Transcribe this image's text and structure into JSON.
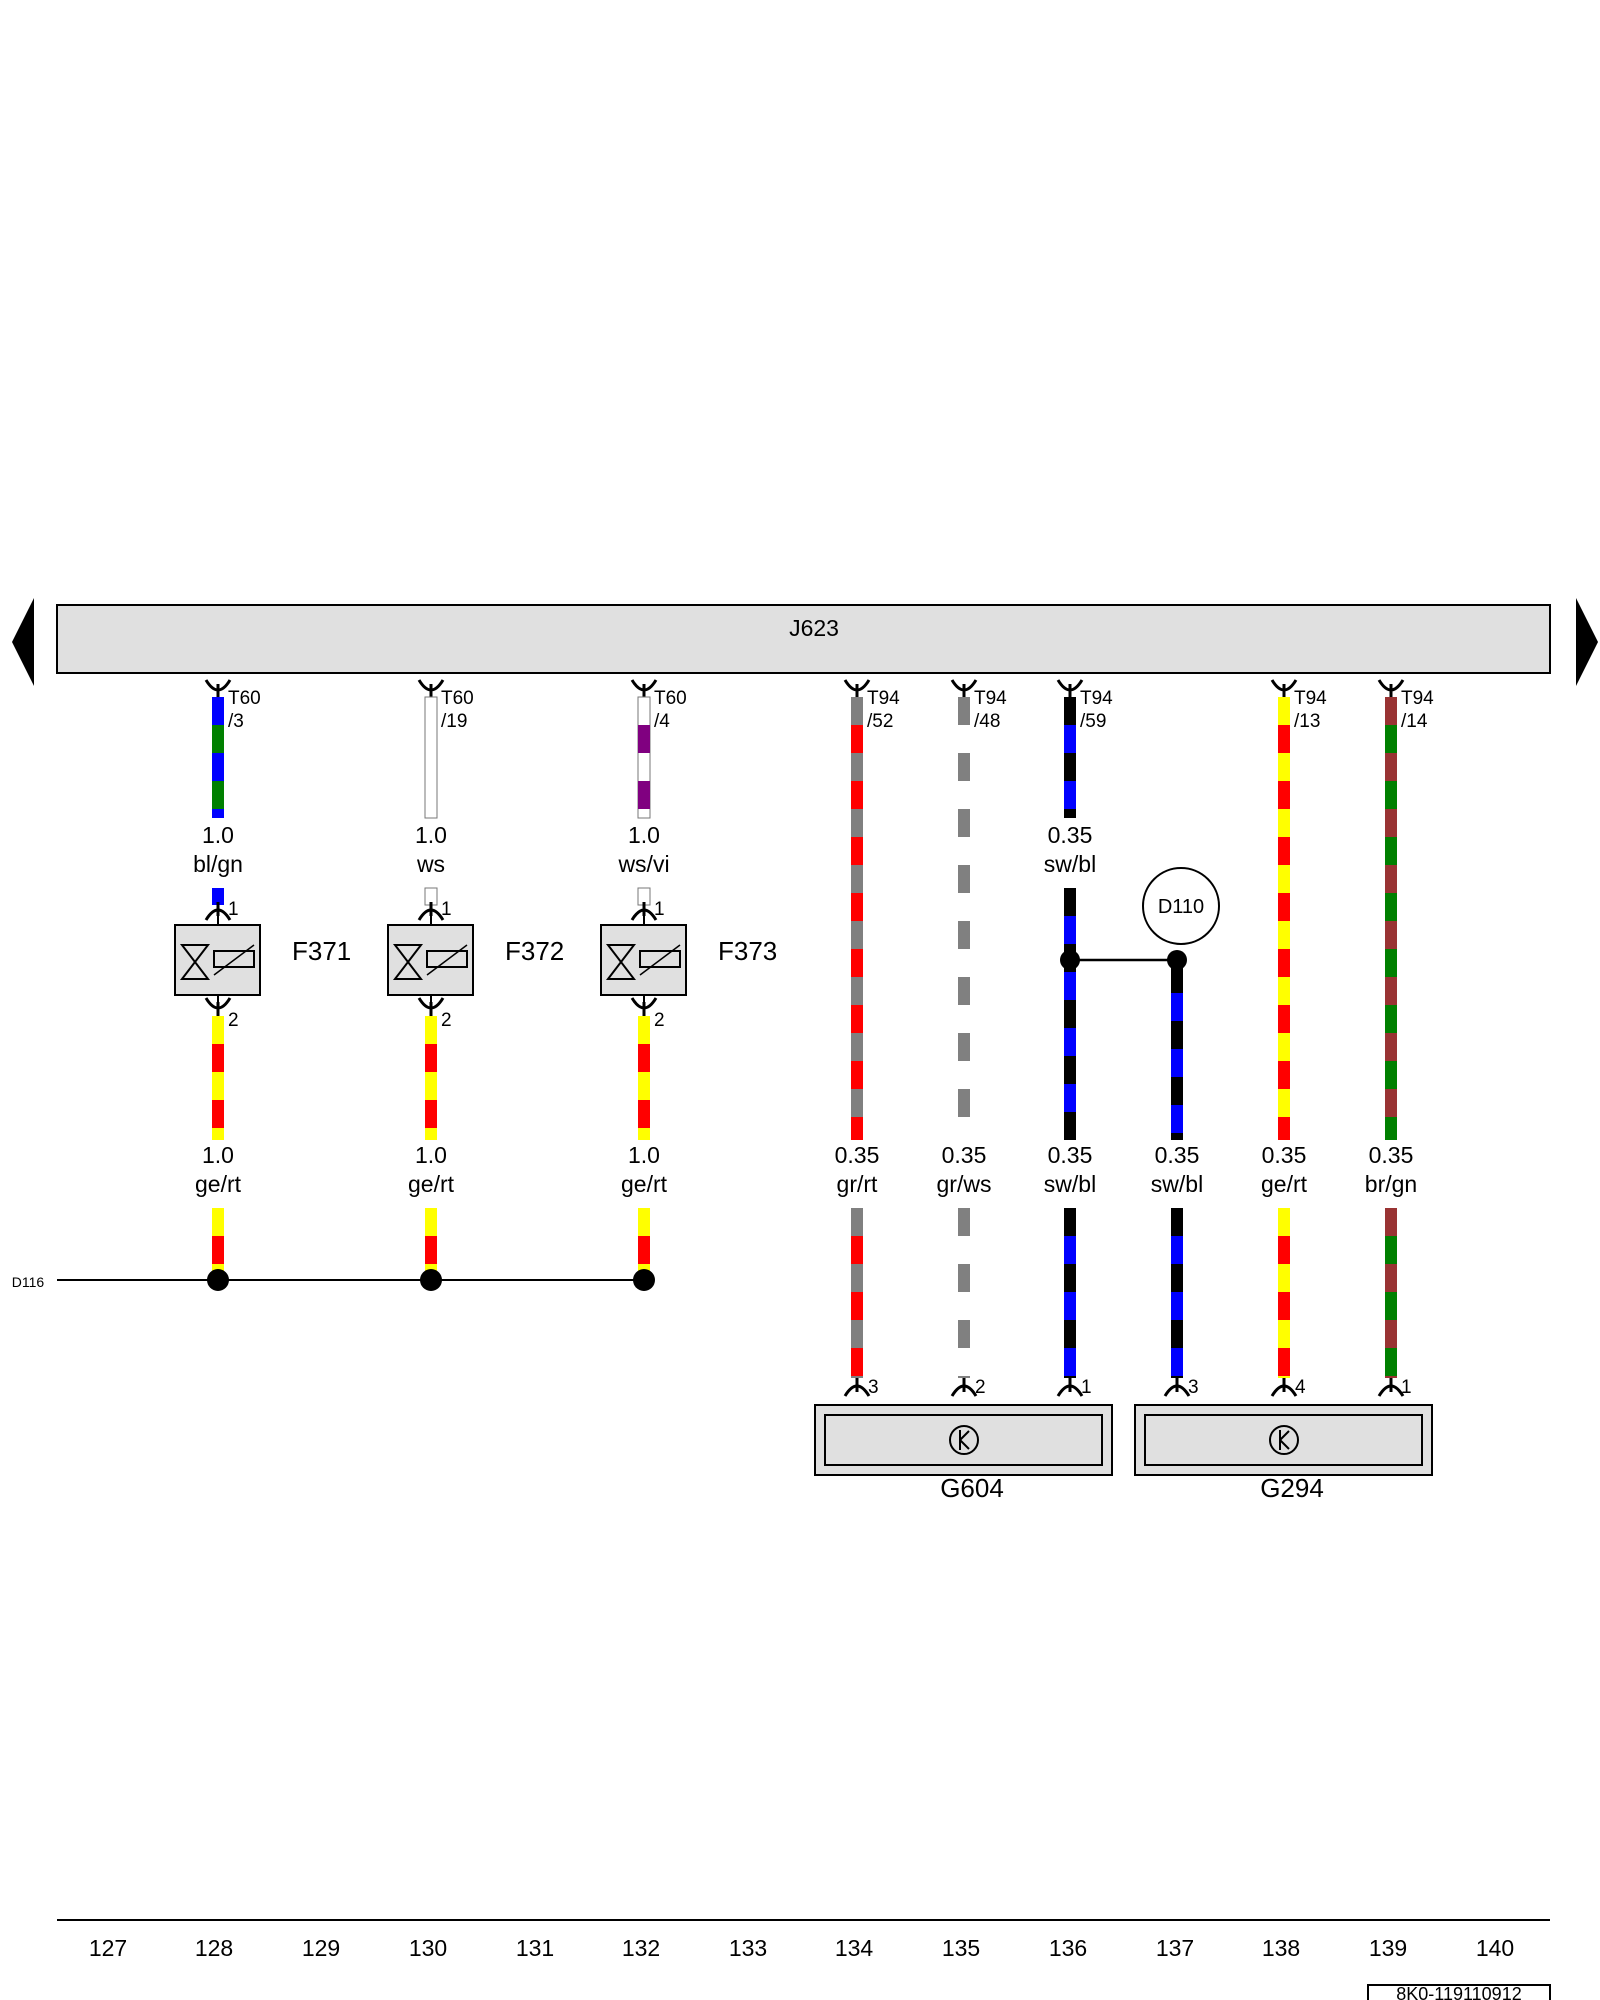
{
  "control_unit": {
    "label": "J623"
  },
  "ground_point_left": {
    "label": "D116"
  },
  "splice": {
    "label": "D110"
  },
  "connectors": [
    {
      "id": "c1",
      "top": "T60",
      "bottom": "/3"
    },
    {
      "id": "c2",
      "top": "T60",
      "bottom": "/19"
    },
    {
      "id": "c3",
      "top": "T60",
      "bottom": "/4"
    },
    {
      "id": "c4",
      "top": "T94",
      "bottom": "/52"
    },
    {
      "id": "c5",
      "top": "T94",
      "bottom": "/48"
    },
    {
      "id": "c6",
      "top": "T94",
      "bottom": "/59"
    },
    {
      "id": "c7",
      "top": "T94",
      "bottom": "/13"
    },
    {
      "id": "c8",
      "top": "T94",
      "bottom": "/14"
    }
  ],
  "wire_labels_upper": [
    {
      "id": "u1",
      "size": "1.0",
      "color": "bl/gn"
    },
    {
      "id": "u2",
      "size": "1.0",
      "color": "ws"
    },
    {
      "id": "u3",
      "size": "1.0",
      "color": "ws/vi"
    },
    {
      "id": "u6",
      "size": "0.35",
      "color": "sw/bl"
    }
  ],
  "wire_labels_lower": [
    {
      "id": "l1",
      "size": "1.0",
      "color": "ge/rt"
    },
    {
      "id": "l2",
      "size": "1.0",
      "color": "ge/rt"
    },
    {
      "id": "l3",
      "size": "1.0",
      "color": "ge/rt"
    },
    {
      "id": "l4",
      "size": "0.35",
      "color": "gr/rt"
    },
    {
      "id": "l5",
      "size": "0.35",
      "color": "gr/ws"
    },
    {
      "id": "l6",
      "size": "0.35",
      "color": "sw/bl"
    },
    {
      "id": "l6b",
      "size": "0.35",
      "color": "sw/bl"
    },
    {
      "id": "l7",
      "size": "0.35",
      "color": "ge/rt"
    },
    {
      "id": "l8",
      "size": "0.35",
      "color": "br/gn"
    }
  ],
  "valves": [
    {
      "id": "F371",
      "label": "F371",
      "pin_top": "1",
      "pin_bottom": "2"
    },
    {
      "id": "F372",
      "label": "F372",
      "pin_top": "1",
      "pin_bottom": "2"
    },
    {
      "id": "F373",
      "label": "F373",
      "pin_top": "1",
      "pin_bottom": "2"
    }
  ],
  "sensors": [
    {
      "id": "G604",
      "label": "G604",
      "pins": [
        "3",
        "2",
        "1"
      ]
    },
    {
      "id": "G294",
      "label": "G294",
      "pins": [
        "3",
        "4",
        "1"
      ]
    }
  ],
  "column_numbers": [
    "127",
    "128",
    "129",
    "130",
    "131",
    "132",
    "133",
    "134",
    "135",
    "136",
    "137",
    "138",
    "139",
    "140"
  ],
  "document_code": "8K0-119110912",
  "colors": {
    "bl": "#0000ff",
    "gn": "#008000",
    "ws": "#ffffff",
    "vi": "#800080",
    "ge": "#ffff00",
    "rt": "#ff0000",
    "gr": "#808080",
    "sw": "#000000",
    "br": "#993333",
    "panel": "#e0e0e0"
  }
}
